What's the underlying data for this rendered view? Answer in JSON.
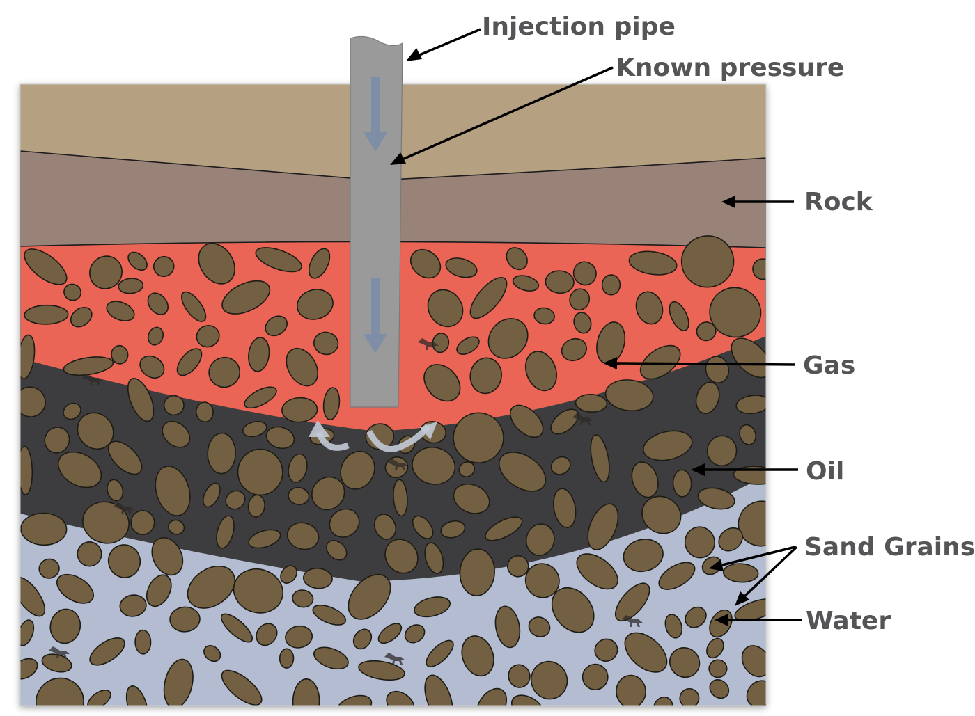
{
  "labels": {
    "injection_pipe": "Injection pipe",
    "known_pressure": "Known pressure",
    "rock": "Rock",
    "gas": "Gas",
    "oil": "Oil",
    "sand_grains": "Sand Grains",
    "water": "Water"
  },
  "colors": {
    "topsoil": "#b5a082",
    "rock": "#998278",
    "gas": "#ea6555",
    "oil": "#3e3e3f",
    "water": "#b4bcd1",
    "sand_grain": "#735f42",
    "pipe": "#9a9a9a",
    "flow_arrow": "#7f8ea7",
    "label_text": "#555557"
  },
  "icons": [
    "down-arrow-icon",
    "circulation-arrow-icon",
    "dinosaur-fossil-icon"
  ]
}
